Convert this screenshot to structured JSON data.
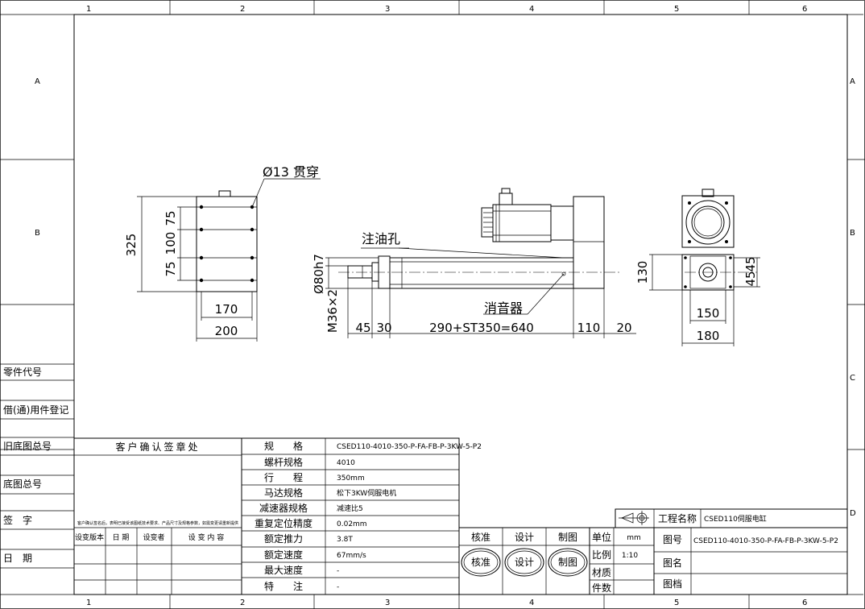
{
  "border": {
    "cols": [
      "1",
      "2",
      "3",
      "4",
      "5",
      "6"
    ],
    "rows": [
      "A",
      "B",
      "C",
      "D"
    ]
  },
  "views": {
    "left": {
      "hole_note": "Ø13 贯穿",
      "dims": {
        "height_total": "325",
        "pitch_top": "75",
        "pitch_mid": "100",
        "pitch_bot": "75",
        "width_inner": "170",
        "width_outer": "200"
      }
    },
    "front": {
      "oil_hole": "注油孔",
      "muffler": "消音器",
      "dims": {
        "rod_dia": "Ø80h7",
        "thread": "M36×2",
        "d45": "45",
        "d30": "30",
        "stroke": "290+ST350=640",
        "d110": "110",
        "d20": "20"
      }
    },
    "right": {
      "dims": {
        "d130": "130",
        "d45a": "45",
        "d45b": "45",
        "d150": "150",
        "d180": "180"
      }
    }
  },
  "side_labels": {
    "part_code": "零件代号",
    "borrowed": "借(通)用件登记",
    "old_base": "旧底图总号",
    "base_total": "底图总号",
    "sign": "签　字",
    "date": "日　期"
  },
  "customer": {
    "header": "客户确认签章处",
    "note": "客户确认签名后，表明已接受该图纸技术要求、产品尺寸及规格参数，如需变更请重新提供",
    "cols": [
      "设变版本",
      "日 期",
      "设变者",
      "设 变 内 容"
    ]
  },
  "specs": [
    {
      "label": "规　　格",
      "value": "CSED110-4010-350-P-FA-FB-P-3KW-5-P2"
    },
    {
      "label": "螺杆规格",
      "value": "4010"
    },
    {
      "label": "行　　程",
      "value": "350mm"
    },
    {
      "label": "马达规格",
      "value": "松下3KW伺服电机"
    },
    {
      "label": "减速器规格",
      "value": "减速比5"
    },
    {
      "label": "重复定位精度",
      "value": "0.02mm"
    },
    {
      "label": "额定推力",
      "value": "3.8T"
    },
    {
      "label": "额定速度",
      "value": "67mm/s"
    },
    {
      "label": "最大速度",
      "value": "-"
    },
    {
      "label": "特　　注",
      "value": "-"
    }
  ],
  "approval": {
    "header": [
      "核准",
      "设计",
      "制图"
    ],
    "stamps": [
      "核准",
      "设计",
      "制图"
    ]
  },
  "title_block": {
    "project_label": "工程名称",
    "project_value": "CSED110伺服电缸",
    "drawing_no_label": "图号",
    "drawing_no_value": "CSED110-4010-350-P-FA-FB-P-3KW-5-P2",
    "unit_label": "单位",
    "unit_value": "mm",
    "scale_label": "比例",
    "scale_value": "1:10",
    "material_label": "材质",
    "drawing_name_label": "图名",
    "qty_label": "件数",
    "archive_label": "图档"
  }
}
